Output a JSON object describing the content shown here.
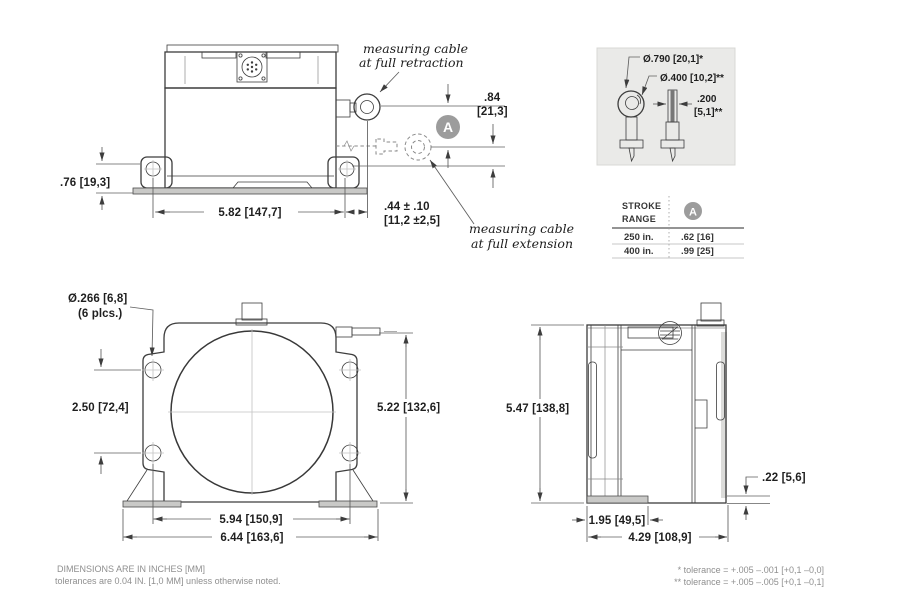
{
  "colors": {
    "badge_gray": "#9c9c9c",
    "line": "#3d3d3d",
    "inset_bg": "#eaeae8",
    "base_fill": "#c9c9c7"
  },
  "side_elevation": {
    "retraction_label_line1": "measuring cable",
    "retraction_label_line2": "at full retraction",
    "extension_label_line1": "measuring cable",
    "extension_label_line2": "at full extension",
    "dim_height_in": ".84",
    "dim_height_mm": "[21,3]",
    "dim_foot_height": ".76 [19,3]",
    "dim_width": "5.82 [147,7]",
    "dim_offset_in": ".44 ± .10",
    "dim_offset_mm": "[11,2 ±2,5]",
    "badge_a": "A"
  },
  "cable_tip_inset": {
    "dim_eyelet_od": "Ø.790 [20,1]*",
    "dim_eyelet_id": "Ø.400 [10,2]**",
    "dim_thickness_in": ".200",
    "dim_thickness_mm": "[5,1]**"
  },
  "stroke_table": {
    "header_line1": "STROKE",
    "header_line2": "RANGE",
    "badge_a": "A",
    "rows": [
      {
        "range": "250 in.",
        "value": ".62 [16]"
      },
      {
        "range": "400 in.",
        "value": ".99 [25]"
      }
    ]
  },
  "front_view": {
    "dim_holes_line1": "Ø.266 [6,8]",
    "dim_holes_line2": "(6 plcs.)",
    "dim_hole_spacing_v": "2.50 [72,4]",
    "dim_height": "5.22 [132,6]",
    "dim_hole_spacing_h": "5.94 [150,9]",
    "dim_width": "6.44 [163,6]"
  },
  "side_view": {
    "dim_height": "5.47 [138,8]",
    "dim_base_thickness": ".22 [5,6]",
    "dim_bracket_width": "1.95 [49,5]",
    "dim_depth": "4.29 [108,9]"
  },
  "footnotes": {
    "left_line1": "DIMENSIONS ARE IN INCHES [MM]",
    "left_line2": "tolerances are 0.04 IN. [1,0 MM] unless otherwise noted.",
    "right_line1": "* tolerance = +.005 –.001 [+0,1 –0,0]",
    "right_line2": "** tolerance = +.005 –.005 [+0,1 –0,1]"
  }
}
